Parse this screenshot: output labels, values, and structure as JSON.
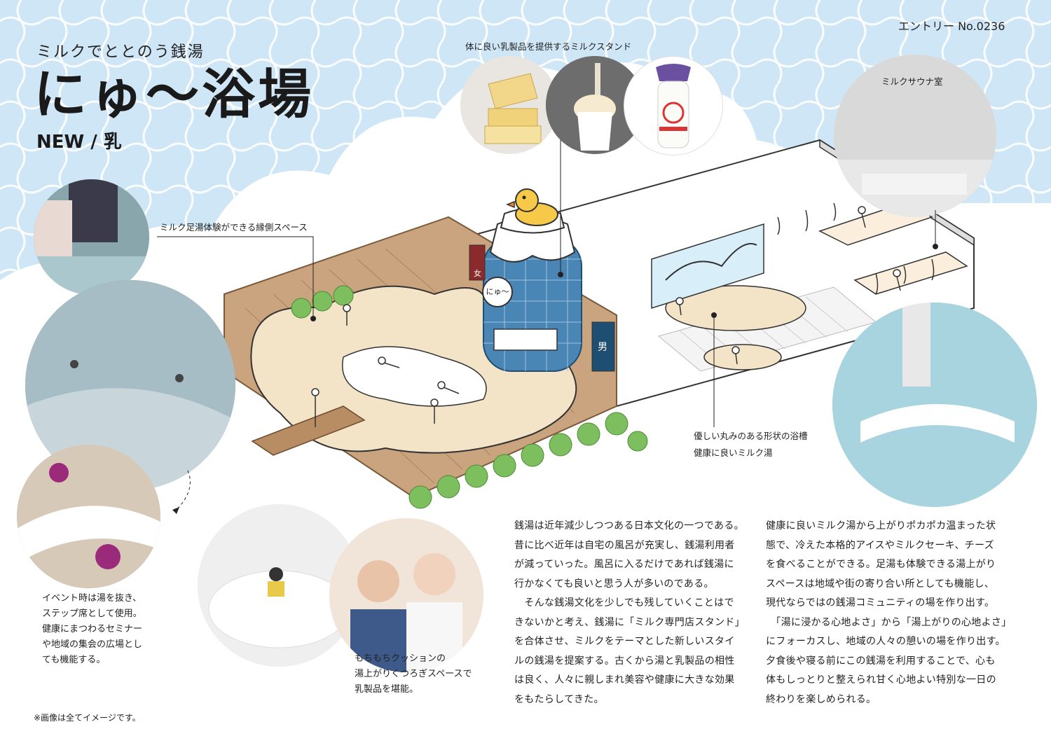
{
  "entry_number": "エントリー No.0236",
  "header": {
    "subtitle": "ミルクでととのう銭湯",
    "title": "にゅ〜浴場",
    "tagline": "NEW / 乳"
  },
  "labels": {
    "milk_stand": "体に良い乳製品を提供するミルクスタンド",
    "milk_sauna": "ミルクサウナ室",
    "footbath": "ミルク足湯体験ができる縁側スペース",
    "bath_line1": "優しい丸みのある形状の浴槽",
    "bath_line2": "健康に良いミルク湯",
    "tower_sign": "にゅ〜",
    "men_sign": "男",
    "women_sign": "女"
  },
  "captions": {
    "event": "イベント時は湯を抜き、\nステップ席として使用。\n健康にまつわるセミナー\nや地域の集会の広場とし\nても機能する。",
    "cushion": "もちもちクッションの\n湯上がりくつろぎスペースで\n乳製品を堪能。"
  },
  "body_text": {
    "column1": "銭湯は近年減少しつつある日本文化の一つである。\n昔に比べ近年は自宅の風呂が充実し、銭湯利用者\nが減っていった。風呂に入るだけであれば銭湯に\n行かなくても良いと思う人が多いのである。\n　そんな銭湯文化を少しでも残していくことはで\nきないかと考え、銭湯に「ミルク専門店スタンド」\nを合体させ、ミルクをテーマとした新しいスタイ\nルの銭湯を提案する。古くから湯と乳製品の相性\nは良く、人々に親しまれ美容や健康に大きな効果\nをもたらしてきた。",
    "column2": "健康に良いミルク湯から上がりポカポカ温まった状\n態で、冷えた本格的アイスやミルクセーキ、チーズ\nを食べることができる。足湯も体験できる湯上がり\nスペースは地域や街の寄り合い所としても機能し、\n現代ならではの銭湯コミュニティの場を作り出す。\n　「湯に浸かる心地よさ」から「湯上がりの心地よさ」\nにフォーカスし、地域の人々の憩いの場を作り出す。\n夕食後や寝る前にこの銭湯を利用することで、心も\n体もしっとりと整えられ甘く心地よい特別な一日の\n終わりを楽しめられる。"
  },
  "footnote": "※画像は全てイメージです。",
  "icons": [
    "rubber-duck-icon",
    "onsen-icon"
  ],
  "colors": {
    "sky_blue": "#cfe6f6",
    "wave_line": "#ffffff",
    "deck_wood": "#c9a47e",
    "milk_pool": "#f3e3c7",
    "tile_blue": "#4a86b5",
    "duck_yellow": "#f7c948",
    "shrub_green": "#7dbf5e",
    "text": "#222222"
  }
}
